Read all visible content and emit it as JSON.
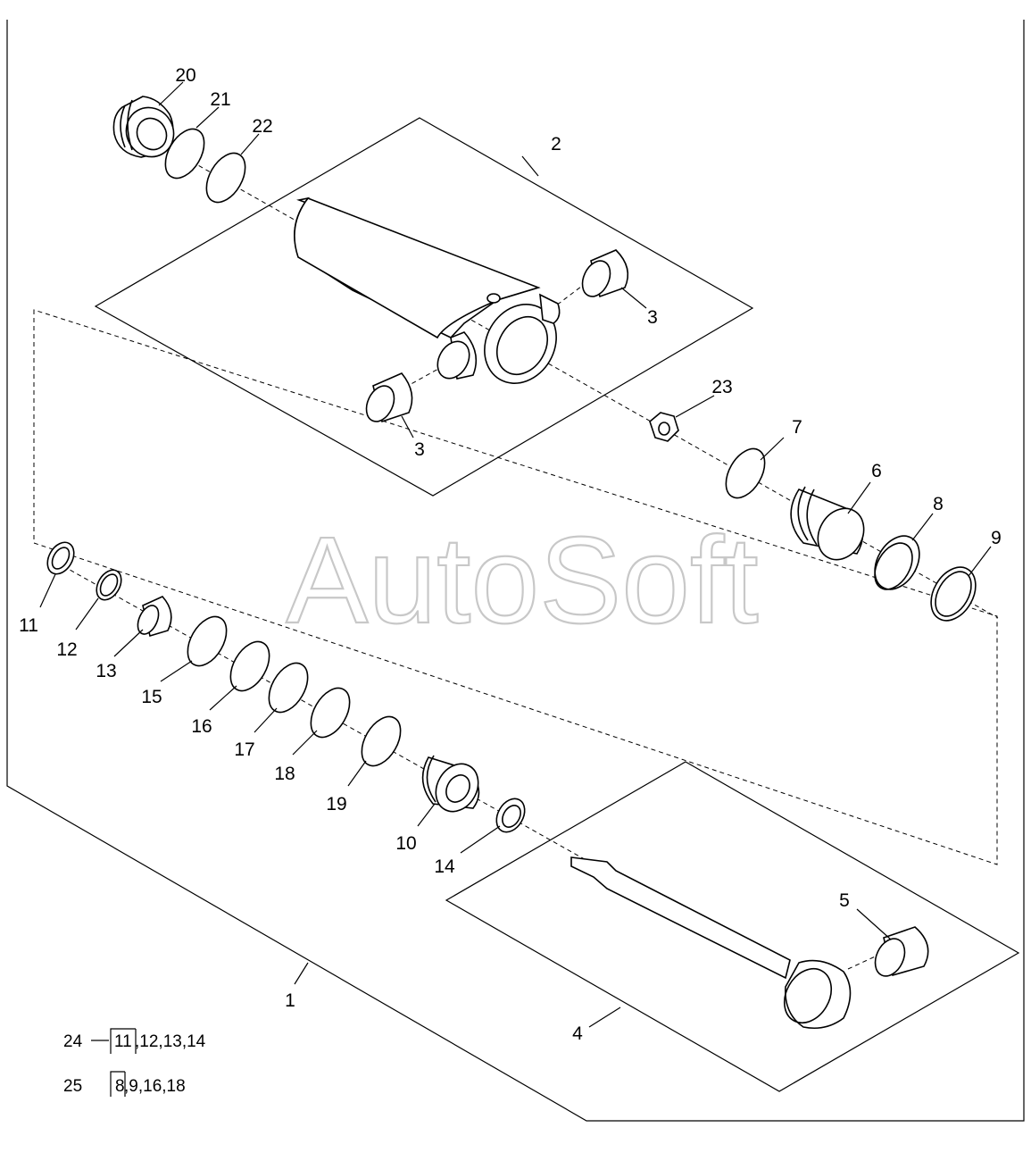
{
  "watermark": "AutoSoft",
  "part_labels": [
    {
      "id": "1",
      "text": "1"
    },
    {
      "id": "2",
      "text": "2"
    },
    {
      "id": "3a",
      "text": "3"
    },
    {
      "id": "3b",
      "text": "3"
    },
    {
      "id": "4",
      "text": "4"
    },
    {
      "id": "5",
      "text": "5"
    },
    {
      "id": "6",
      "text": "6"
    },
    {
      "id": "7",
      "text": "7"
    },
    {
      "id": "8",
      "text": "8"
    },
    {
      "id": "9",
      "text": "9"
    },
    {
      "id": "10",
      "text": "10"
    },
    {
      "id": "11",
      "text": "11"
    },
    {
      "id": "12",
      "text": "12"
    },
    {
      "id": "13",
      "text": "13"
    },
    {
      "id": "14",
      "text": "14"
    },
    {
      "id": "15",
      "text": "15"
    },
    {
      "id": "16",
      "text": "16"
    },
    {
      "id": "17",
      "text": "17"
    },
    {
      "id": "18",
      "text": "18"
    },
    {
      "id": "19",
      "text": "19"
    },
    {
      "id": "20",
      "text": "20"
    },
    {
      "id": "21",
      "text": "21"
    },
    {
      "id": "22",
      "text": "22"
    },
    {
      "id": "23",
      "text": "23"
    }
  ],
  "kits": [
    {
      "number": "24",
      "first": "11",
      "rest": ",12,13,14"
    },
    {
      "number": "25",
      "first": "8",
      "rest": ",9,16,18"
    }
  ]
}
